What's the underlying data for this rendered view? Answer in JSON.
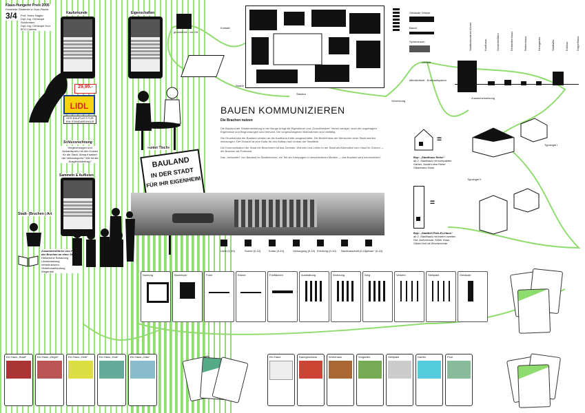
{
  "header": {
    "competition": "Klaus-Hungerer Preis 2005",
    "subtitle": "Prosthetic Studentin & Dom-Pfarrer",
    "team": [
      "Prof. Heinz Nagler",
      "Dipl.-Ing. Christoph Schürmann",
      "Dipl.-Ing. Christoph Dorr",
      "BTU Cottbus"
    ],
    "sheet": "3/4"
  },
  "labels": {
    "kaufurkunde": "Kaufurkunde",
    "eigenschaften": "Eigenschaften",
    "sammeln": "Sammeln & Auflisten",
    "schlussrechnung": "Schlussrechnung",
    "unter_tisch": "»unter Tisch«",
    "stadt_bruchen": "Stadt- (Bruchen-) Art",
    "zusammenfuehren": "Zusammenführen von Fakten der Bruchen an einer Stelle",
    "zusammenfuehren_list": [
      "Historische Bebauung",
      "Lärmbelastung",
      "Infrastrukturen",
      "Verkehrsanbindung",
      "Wegenetz"
    ],
    "schluss_text": "Vergleichungen und Verkaufspreis mit den Kosten für die Stadt. Worauf basiert der Verkaufspreis? Wie ist die Ausgleichsbetrag?",
    "price": "29,99.-",
    "lidl": "LIDL",
    "lidl_caption": "DER BAUPLATZ FÜR EIN STANDARDHAUS",
    "grundstueck": "grundstück - vor Ort",
    "kontakt": "Kontakt",
    "strasse": "Straße",
    "strukur": "Struktur",
    "umwelt": "Umwelt",
    "vernetzung": "Vernetzung",
    "offentlichkeit": "öffentlichkeit - Kreislaufsystem",
    "zusammensetzung": "Zusammensetzung",
    "typologie1": "Typologie I",
    "typologie2": "Typologie II",
    "sign": [
      "BAULAND",
      "IN DER STADT",
      "FÜR IHR EIGENHEIM"
    ],
    "legend_top": [
      "Gebäude Grösse",
      "Bauch",
      "Symbolraum"
    ],
    "skyline_labels": [
      "Stadtteilzentrum Kirche",
      "Kaufhaus",
      "Gewerbe/Büro",
      "Einfamilienhaus",
      "Reihenhaus",
      "Kleingarten",
      "Stadtvilla",
      "Eckbau",
      "Doppelhaus"
    ],
    "house_a": "Bsp: „Stadthaus Reihe“",
    "house_a_text": "ab 2 -Stadthaus mit kompakten Garten, Anzahl eine Reise Gästehaus Kiosk",
    "house_b": "Bsp: „Stadtteil Park-Ex-Haus“",
    "house_b_text": "ab 2 -Stadthaus mit einem zweiten Hof, Außenraum, Keller Haus, Gäste-Hof mit Wochenende"
  },
  "main": {
    "title": "BAUEN KOMMUNIZIEREN",
    "subtitle": "Die Brachen nutzen",
    "paragraphs": [
      "Die Bauland der Stadtentwicklung in der Neuge bringt die Eigentümer und „Grundbesitzer“ immer weniger, doch die ungefragten Ergebnisse und Begründungen sind relevant. Die vorgeschlagenen Maßnahmen sind vielfältig.",
      "Die Grundstücke der Bauland werden an die Kaufhaus-Kette ausgeschüttet. Die Bedürfnisse der Menschen einer Stadt werden einbezogen. Der Entwurf ist eine Karte für den Aufbau und Umbau der Stadtteile.",
      "Die Kommunikation der Stadt mit Bewohnern ist das Zentrale. Wohnen und Leben in der Stadt als Alternative zum Haus im Grünen — die Brachen als Potenzial.",
      "Das „Verkaufen“ von Bauland im Stadtzentrum, ein Teil der Kampagne in verschiedenen Medien — das Bauland wird kommuniziert."
    ],
    "icon_labels": [
      "Lärm (0-10)",
      "Sonne (0-10)",
      "Kultur (0-10)",
      "Versorgung (0-10)",
      "Erholung (0-10)",
      "Nachbarschaft (0-10)",
      "„Urban“ (0-10)"
    ]
  },
  "process_cards": [
    {
      "label": "Nutzung"
    },
    {
      "label": "Baukörper"
    },
    {
      "label": "Form"
    },
    {
      "label": "Ebene"
    },
    {
      "label": "Freiflächen"
    },
    {
      "label": "Ausstattung"
    },
    {
      "label": "Wohnung"
    },
    {
      "label": "Weg"
    },
    {
      "label": "Verkehr"
    },
    {
      "label": "Stellplatz"
    },
    {
      "label": "Gebäude"
    }
  ],
  "bottom_cards_left": [
    "Ein Haus „Stadt“",
    "Ein Haus „Ziegel“",
    "Ein Haus „Gelb“",
    "Ein Haus „Holz“",
    "Ein Haus „Glas“"
  ],
  "bottom_cards_mid": [
    "Ein Haus",
    "Dachgeschoss",
    "Wohnhaus",
    "Vorgarten",
    "Stellplatz",
    "Garten",
    "Pool"
  ]
}
